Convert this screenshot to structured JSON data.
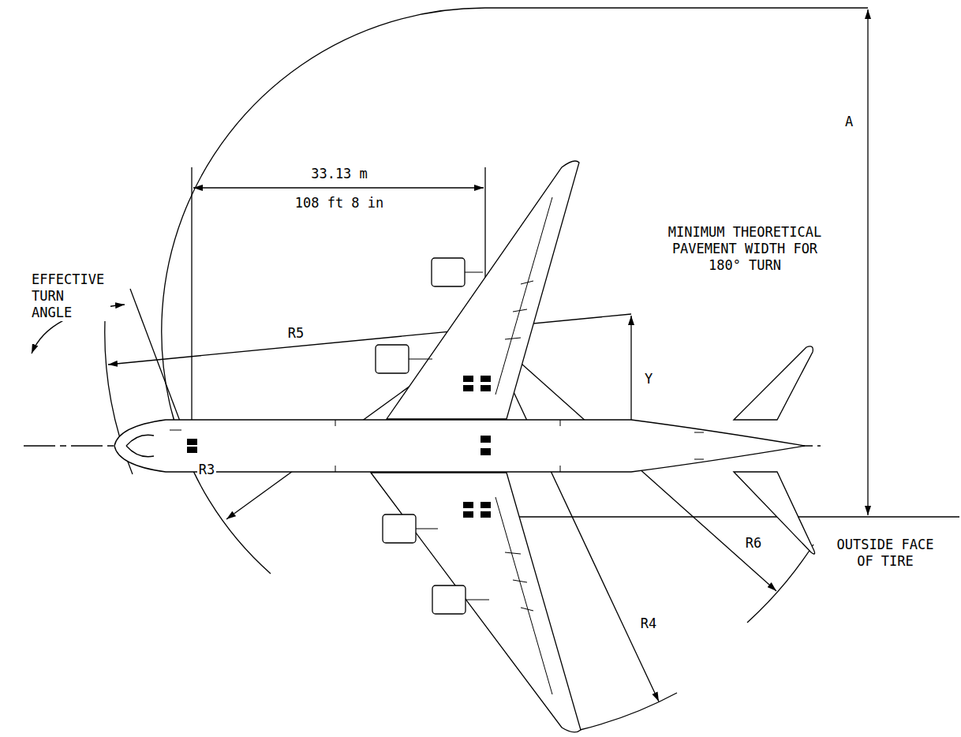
{
  "diagram": {
    "labels": [
      "33.13 m",
      "108 ft 8 in",
      "A",
      "MINIMUM THEORETICAL PAVEMENT WIDTH FOR 180° TURN",
      "EFFECTIVE TURN ANGLE",
      "R5",
      "Y",
      "R3",
      "R6",
      "OUTSIDE FACE OF TIRE",
      "R4"
    ]
  }
}
